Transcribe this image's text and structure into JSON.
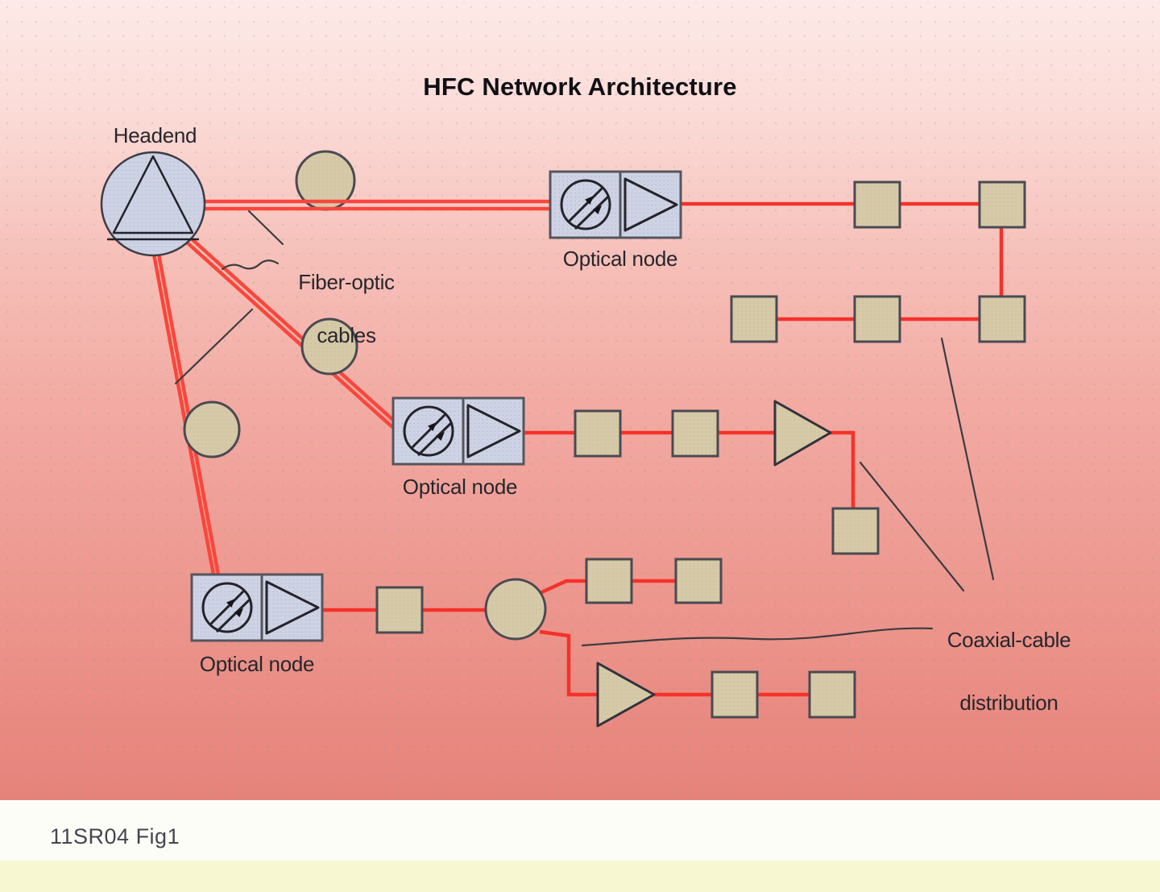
{
  "title": "HFC Network Architecture",
  "diagram": {
    "headend_label": "Headend",
    "optical_node_labels": [
      "Optical node",
      "Optical node",
      "Optical node"
    ],
    "fiber_callout": {
      "line1": "Fiber-optic",
      "line2": "cables"
    },
    "coax_callout": {
      "line1": "Coaxial-cable",
      "line2": "distribution"
    }
  },
  "caption": "11SR04 Fig1",
  "colors": {
    "background_top": "#fdeae8",
    "background_bottom": "#e5837b",
    "fiber_red": "#f8473c",
    "coax_red": "#f4322a",
    "device_tan": "#d6c9a7",
    "node_fill": "#cdd2e4",
    "outline_dark": "#4a4a52",
    "caption_band": "#fdfdf7",
    "footer_strip": "#f7f7d2"
  }
}
